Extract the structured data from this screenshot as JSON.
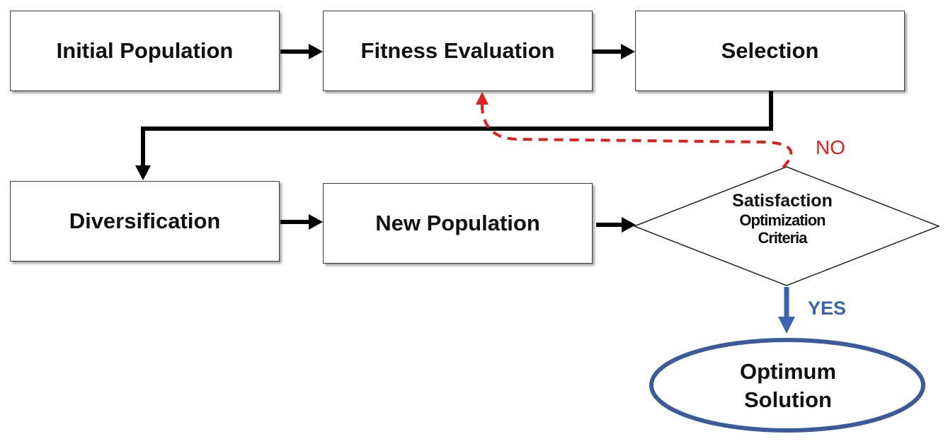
{
  "nodes": {
    "initial_population": "Initial Population",
    "fitness_evaluation": "Fitness Evaluation",
    "selection": "Selection",
    "diversification": "Diversification",
    "new_population": "New Population",
    "criteria": {
      "line1": "Satisfaction",
      "line2": "Optimization",
      "line3": "Criteria"
    },
    "optimum_solution": {
      "line1": "Optimum",
      "line2": "Solution"
    }
  },
  "edge_labels": {
    "no": "NO",
    "yes": "YES"
  },
  "colors": {
    "flow_arrow": "#000000",
    "no_loop": "#e0201c",
    "yes_arrow": "#3a64b0",
    "ellipse_border": "#3a5a9a",
    "box_border": "#3a3a3a"
  }
}
